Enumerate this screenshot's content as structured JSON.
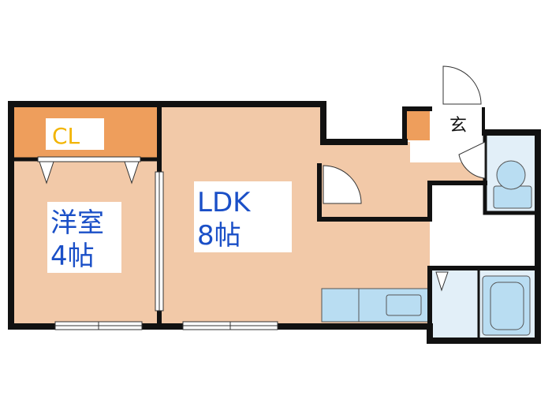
{
  "rooms": {
    "western": {
      "name": "洋室",
      "size": "4帖"
    },
    "ldk": {
      "name": "LDK",
      "size": "8帖"
    },
    "closet": {
      "label": "CL"
    },
    "entrance": {
      "label": "玄"
    }
  },
  "colors": {
    "floor": "#f2c9a8",
    "closet": "#ee9e5c",
    "wet_area": "#e2eff8",
    "fixture": "#b9ddf2",
    "wall": "#111111",
    "label_text": "#1a4fc7",
    "cl_text": "#f2b400",
    "label_bg": "#ffffff"
  }
}
